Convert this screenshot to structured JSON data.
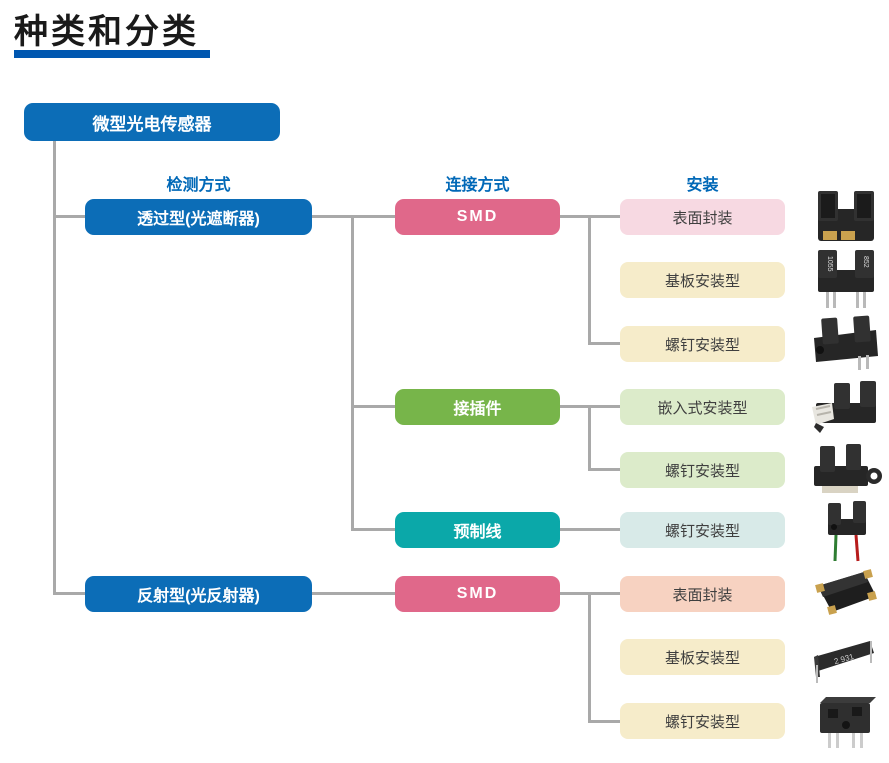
{
  "title": "种类和分类",
  "root_label": "微型光电传感器",
  "column_headers": [
    {
      "label": "检测方式"
    },
    {
      "label": "连接方式"
    },
    {
      "label": "安装"
    }
  ],
  "detection_methods": [
    {
      "label": "透过型(光遮断器)"
    },
    {
      "label": "反射型(光反射器)"
    }
  ],
  "connection_methods": [
    {
      "label": "SMD"
    },
    {
      "label": "接插件"
    },
    {
      "label": "预制线"
    },
    {
      "label": "SMD"
    }
  ],
  "mounting_types": [
    {
      "label": "表面封装"
    },
    {
      "label": "基板安装型"
    },
    {
      "label": "螺钉安装型"
    },
    {
      "label": "嵌入式安装型"
    },
    {
      "label": "螺钉安装型"
    },
    {
      "label": "螺钉安装型"
    },
    {
      "label": "表面封装"
    },
    {
      "label": "基板安装型"
    },
    {
      "label": "螺钉安装型"
    }
  ],
  "products": [
    {
      "name": "smd-slot-sensor-photo"
    },
    {
      "name": "board-mount-slot-sensor-photo",
      "marking_left": "1055",
      "marking_right": "852"
    },
    {
      "name": "screw-mount-slot-sensor-photo"
    },
    {
      "name": "connector-slot-sensor-photo"
    },
    {
      "name": "screw-mount-slot-sensor-side-photo"
    },
    {
      "name": "pre-wired-slot-sensor-photo"
    },
    {
      "name": "smd-reflective-sensor-photo"
    },
    {
      "name": "board-mount-reflective-sensor-photo",
      "marking": "2 931"
    },
    {
      "name": "screw-mount-reflective-sensor-photo"
    }
  ],
  "colors": {
    "primary_blue": "#0c6db7",
    "header_text_blue": "#0068b7",
    "title_underline_blue": "#0057b0",
    "pink": "#e0688a",
    "green": "#77b54a",
    "teal": "#0ba8a9",
    "light_pink": "#f7d9e2",
    "cream": "#f6ecca",
    "light_green": "#dcebca",
    "light_teal": "#d8eae8",
    "peach": "#f7d2c1",
    "connector_gray": "#a9a9a9"
  }
}
